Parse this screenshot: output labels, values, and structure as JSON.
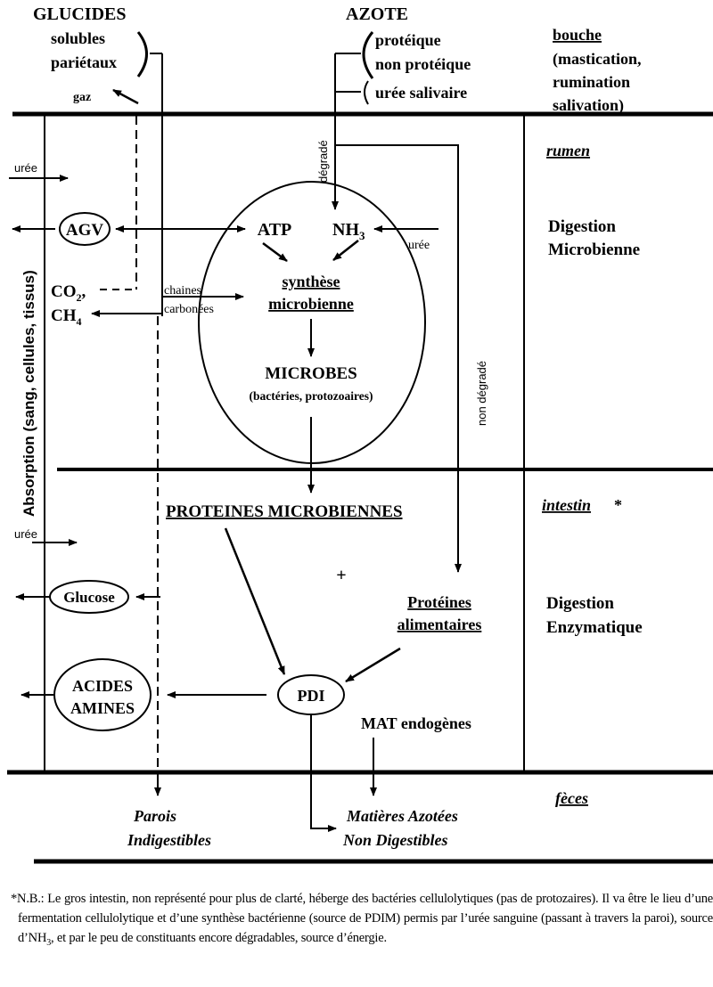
{
  "inputs": {
    "glucides": {
      "title": "GLUCIDES",
      "items": [
        "solubles",
        "pariétaux"
      ]
    },
    "azote": {
      "title": "AZOTE",
      "items": [
        "protéique",
        "non protéique"
      ],
      "extra": "urée salivaire"
    },
    "gaz": "gaz"
  },
  "compartments": {
    "bouche": {
      "title": "bouche",
      "detail": [
        "(mastication,",
        "rumination",
        "salivation)"
      ]
    },
    "rumen": {
      "title": "rumen",
      "process": [
        "Digestion",
        "Microbienne"
      ]
    },
    "intestin": {
      "title": "intestin",
      "marker": "*",
      "process": [
        "Digestion",
        "Enzymatique"
      ]
    },
    "feces": {
      "title": "fèces"
    }
  },
  "absorption_label": "Absorption (sang, cellules, tissus)",
  "rumen_nodes": {
    "uree_in": "urée",
    "agv": "AGV",
    "co2": "CO",
    "co2_sub": "2",
    "co2_suffix": ",",
    "ch4": "CH",
    "ch4_sub": "4",
    "atp": "ATP",
    "nh3": "NH",
    "nh3_sub": "3",
    "uree_nh3": "urée",
    "chaines": [
      "chaines",
      "carbonées"
    ],
    "synthese": [
      "synthèse",
      "microbienne"
    ],
    "microbes": "MICROBES",
    "microbes_detail": "(bactéries, protozoaires)",
    "degrade": "dégradé",
    "non_degrade": "non dégradé"
  },
  "intestin_nodes": {
    "proteines_microbiennes": "PROTEINES MICROBIENNES",
    "plus": "+",
    "proteines_alimentaires": [
      "Protéines",
      "alimentaires"
    ],
    "uree_in": "urée",
    "glucose": "Glucose",
    "acides_amines": [
      "ACIDES",
      "AMINES"
    ],
    "pdi": "PDI",
    "mat_endogenes": "MAT endogènes"
  },
  "feces_nodes": {
    "parois": [
      "Parois",
      "Indigestibles"
    ],
    "matieres": [
      "Matières Azotées",
      "Non Digestibles"
    ]
  },
  "footnote": {
    "line_parts": [
      "*N.B.: Le gros intestin, non représenté pour plus de clarté, héberge des bactéries cellulolytiques (pas de protozaires). Il va être le lieu d’une fermentation cellulolytique et d’une synthèse bactérienne (source de PDIM) permis par l’urée sanguine (passant à travers la paroi), source d’NH",
      "3",
      ", et par le peu de constituants encore dégradables, source d’énergie."
    ]
  }
}
